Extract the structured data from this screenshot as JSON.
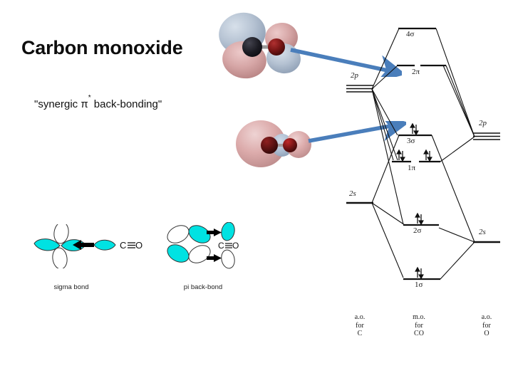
{
  "slide": {
    "title": "Carbon monoxide",
    "subtitle_prefix": "\"synergic ",
    "subtitle_pi": "π",
    "subtitle_star": "*",
    "subtitle_suffix": " back-bonding\"",
    "background_color": "#ffffff"
  },
  "orbitals_3d": [
    {
      "name": "pi-star-antibonding-orbital",
      "description": "four-lobed pi* antibonding orbital of CO",
      "lobe_positive_color": "#b6c3d3",
      "lobe_negative_color": "#d6a6a6",
      "carbon_atom_color": "#1b1b22",
      "oxygen_atom_color": "#6b1414"
    },
    {
      "name": "sigma-lone-pair-orbital",
      "description": "3-sigma HOMO carbon lone pair orbital of CO",
      "lobe_positive_color": "#dcabab",
      "lobe_negative_color": "#aebed2",
      "carbon_atom_color": "#5a1212",
      "oxygen_atom_color": "#7a1616"
    }
  ],
  "arrows": [
    {
      "name": "pi-star-to-2pi-arrow",
      "color": "#4a7ebb",
      "from": "pi* orbital picture",
      "to": "2π level"
    },
    {
      "name": "sigma-to-3sigma-arrow",
      "color": "#4a7ebb",
      "from": "sigma lone pair picture",
      "to": "3σ level"
    }
  ],
  "schematics": [
    {
      "name": "sigma-bond-schematic",
      "caption": "sigma bond",
      "molecule_label": "C≡O",
      "lobe_color": "#00e2e2",
      "lobe_empty_color": "#ffffff",
      "arrow_count": 1,
      "arrow_direction": "metal-to-CO"
    },
    {
      "name": "pi-back-bond-schematic",
      "caption": "pi back-bond",
      "molecule_label": "C≡O",
      "lobe_color": "#00e2e2",
      "lobe_empty_color": "#ffffff",
      "arrow_count": 2,
      "arrow_direction": "metal-to-CO"
    }
  ],
  "chart_data": {
    "type": "diagram",
    "title": "Molecular orbital diagram for CO",
    "columns": [
      {
        "key": "c",
        "caption_lines": [
          "a.o.",
          "for",
          "C"
        ]
      },
      {
        "key": "co",
        "caption_lines": [
          "m.o.",
          "for",
          "CO"
        ]
      },
      {
        "key": "o",
        "caption_lines": [
          "a.o.",
          "for",
          "O"
        ]
      }
    ],
    "atomic_orbitals": {
      "carbon": [
        {
          "label": "2p",
          "sub": "",
          "degeneracy": 3,
          "electrons": 0
        },
        {
          "label": "2s",
          "sub": "",
          "degeneracy": 1,
          "electrons": 0
        }
      ],
      "oxygen": [
        {
          "label": "2p",
          "sub": "",
          "degeneracy": 3,
          "electrons": 0
        },
        {
          "label": "2s",
          "sub": "",
          "degeneracy": 1,
          "electrons": 0
        }
      ]
    },
    "molecular_orbitals": [
      {
        "label": "4σ",
        "degeneracy": 1,
        "electron_pairs": 0
      },
      {
        "label": "2π",
        "degeneracy": 2,
        "electron_pairs": 0
      },
      {
        "label": "3σ",
        "degeneracy": 1,
        "electron_pairs": 1
      },
      {
        "label": "1π",
        "degeneracy": 2,
        "electron_pairs": 2
      },
      {
        "label": "2σ",
        "degeneracy": 1,
        "electron_pairs": 1
      },
      {
        "label": "1σ",
        "degeneracy": 1,
        "electron_pairs": 1
      }
    ]
  },
  "mo_labels": {
    "c_2p": "2p",
    "c_2s": "2s",
    "o_2p": "2p",
    "o_2s": "2s",
    "m_4sigma": "4σ",
    "m_2pi": "2π",
    "m_3sigma": "3σ",
    "m_1pi": "1π",
    "m_2sigma": "2σ",
    "m_1sigma": "1σ"
  },
  "captions": {
    "c_line1": "a.o.",
    "c_line2": "for",
    "c_line3": "C",
    "co_line1": "m.o.",
    "co_line2": "for",
    "co_line3": "CO",
    "o_line1": "a.o.",
    "o_line2": "for",
    "o_line3": "O"
  }
}
